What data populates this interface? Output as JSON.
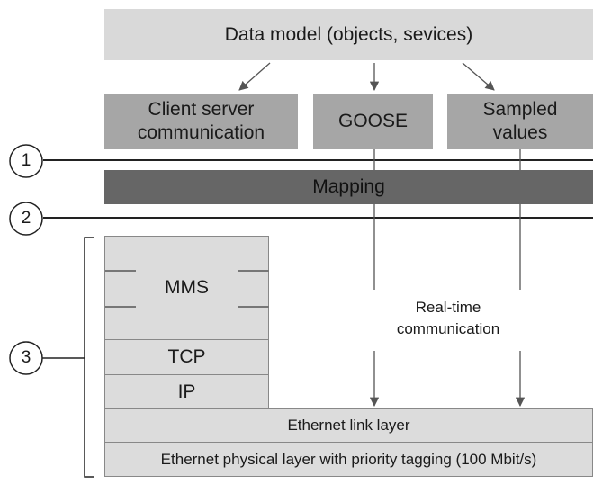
{
  "data_model": {
    "label": "Data model (objects, sevices)"
  },
  "services": {
    "client_server": "Client server\ncommunication",
    "goose": "GOOSE",
    "sampled_values": "Sampled\nvalues"
  },
  "mapping": {
    "label": "Mapping"
  },
  "stack": {
    "mms": "MMS",
    "tcp": "TCP",
    "ip": "IP",
    "ethernet_link": "Ethernet link layer",
    "ethernet_physical": "Ethernet physical layer with priority tagging (100 Mbit/s)"
  },
  "realtime": {
    "label": "Real-time\ncommunication"
  },
  "markers": {
    "m1": "1",
    "m2": "2",
    "m3": "3"
  },
  "colors": {
    "light_box": "#d9d9d9",
    "mid_box": "#a6a6a6",
    "dark_box": "#666666",
    "stack_box": "#dcdcdc",
    "line": "#222222",
    "arrow": "#555555"
  }
}
